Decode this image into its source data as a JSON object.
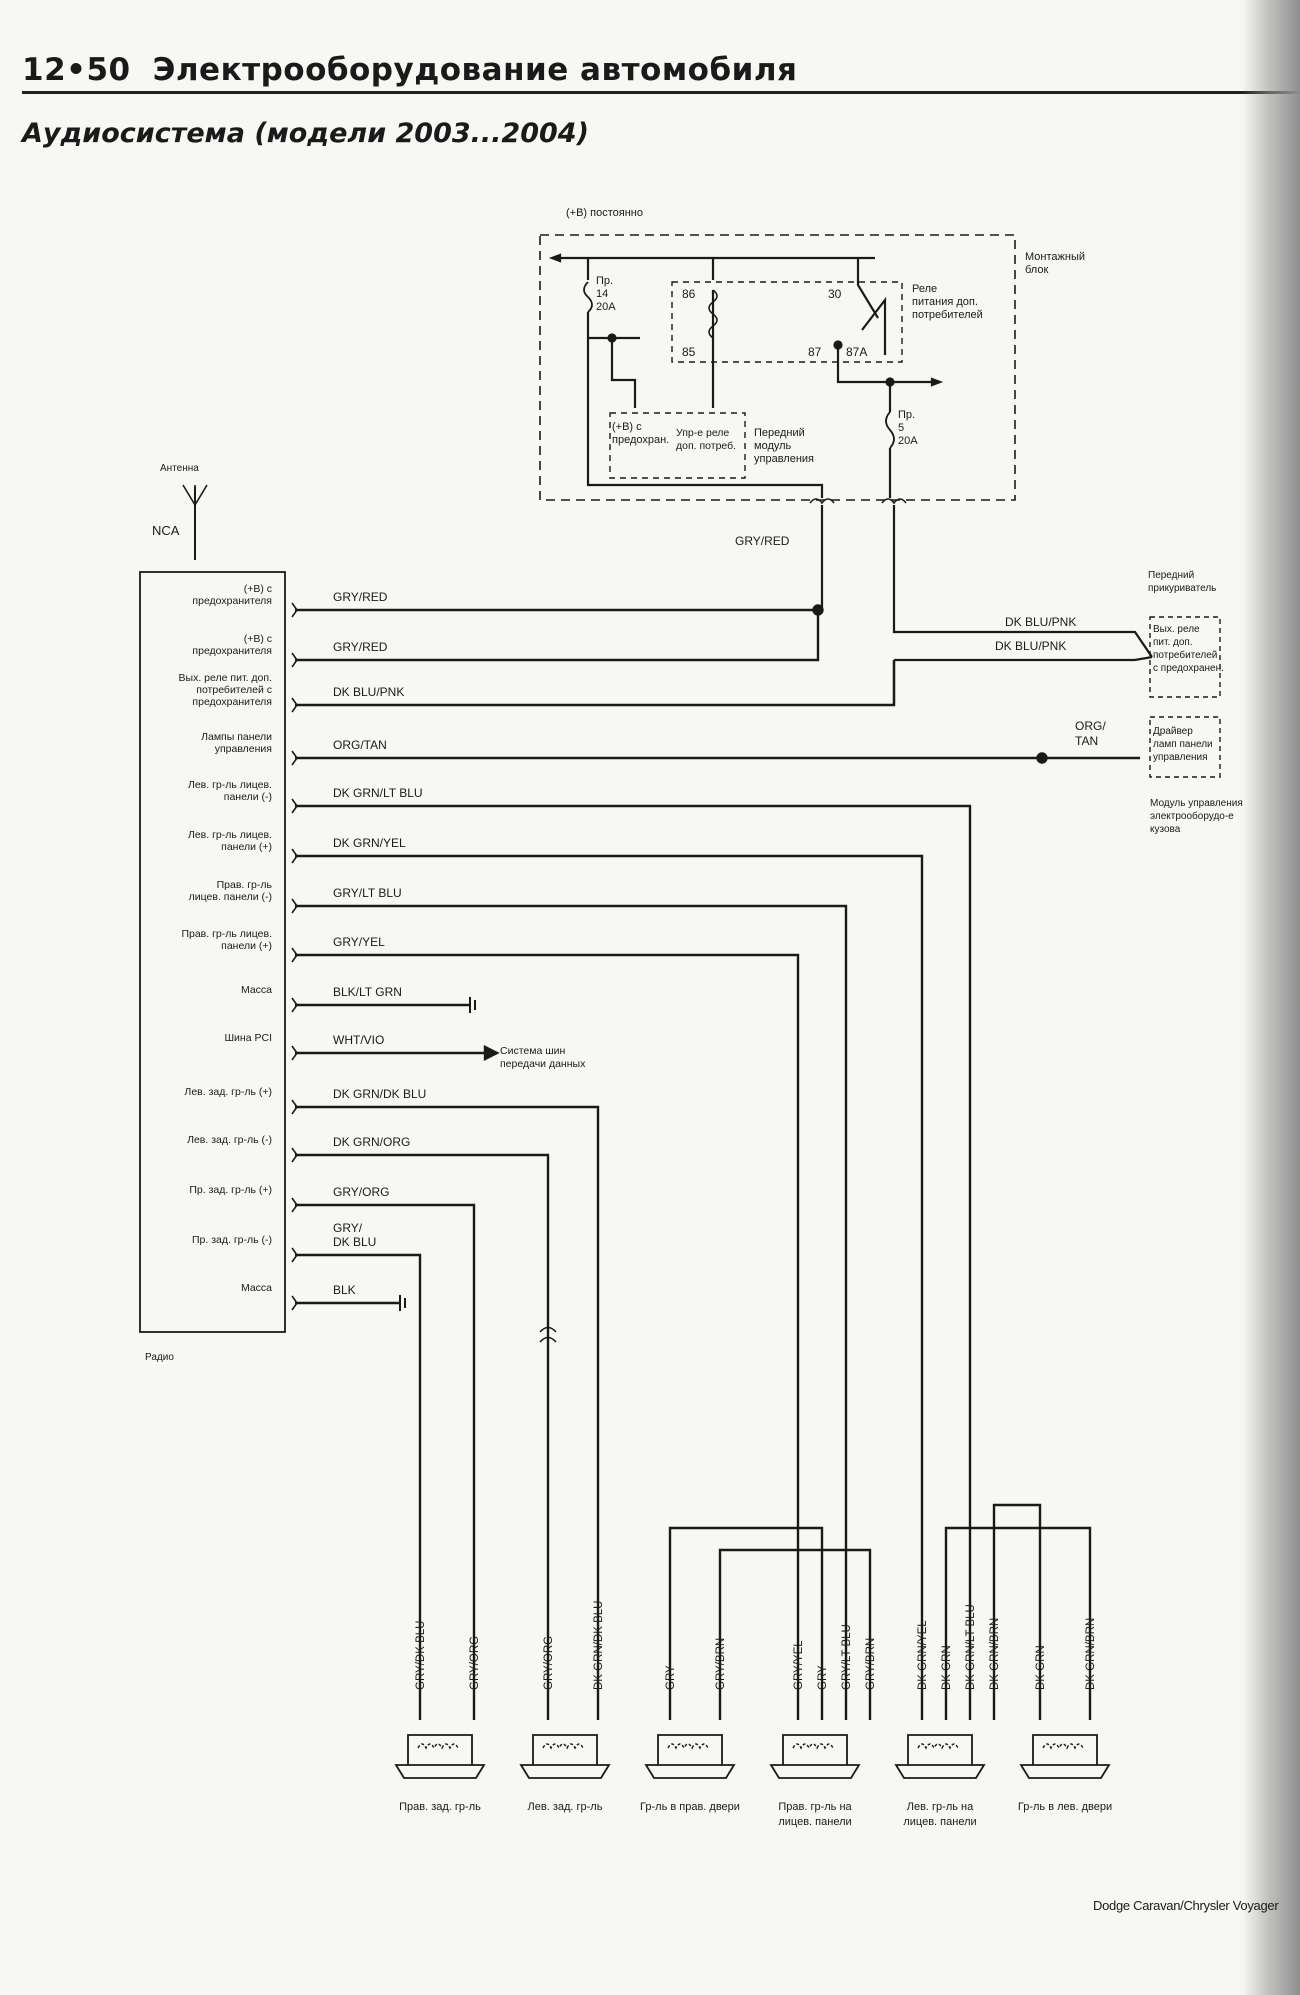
{
  "header": {
    "page_number": "12•50",
    "chapter_title": "Электрооборудование автомобиля"
  },
  "section_title": "Аудиосистема (модели 2003...2004)",
  "fuse_block": {
    "power_label": "(+В) постоянно",
    "label": [
      "Монтажный",
      "блок"
    ],
    "relay_label": [
      "Реле",
      "питания доп.",
      "потребителей"
    ],
    "fuse_14": [
      "Пр.",
      "14",
      "20A"
    ],
    "fuse_5": [
      "Пр.",
      "5",
      "20A"
    ],
    "relay_pins": [
      "86",
      "30",
      "85",
      "87",
      "87A"
    ],
    "to_fused_b": [
      "(+В) с",
      "предохран."
    ],
    "to_relay_ctrl": [
      "Упр-е реле",
      "доп. потреб."
    ],
    "front_control_module": [
      "Передний",
      "модуль",
      "управления"
    ]
  },
  "antenna": {
    "label": "Антенна",
    "code": "NCA"
  },
  "radio": {
    "caption": "Радио",
    "pins": [
      {
        "label": [
          "(+В) с",
          "предохранителя"
        ],
        "wire": "GRY/RED"
      },
      {
        "label": [
          "(+В) с",
          "предохранителя"
        ],
        "wire": "GRY/RED"
      },
      {
        "label": [
          "Вых. реле пит. доп.",
          "потребителей с",
          "предохранителя"
        ],
        "wire": "DK BLU/PNK"
      },
      {
        "label": [
          "Лампы панели",
          "управления"
        ],
        "wire": "ORG/TAN"
      },
      {
        "label": [
          "Лев. гр-ль лицев.",
          "панели (-)"
        ],
        "wire": "DK GRN/LT BLU"
      },
      {
        "label": [
          "Лев. гр-ль лицев.",
          "панели (+)"
        ],
        "wire": "DK GRN/YEL"
      },
      {
        "label": [
          "Прав. гр-ль",
          "лицев. панели (-)"
        ],
        "wire": "GRY/LT BLU"
      },
      {
        "label": [
          "Прав. гр-ль лицев.",
          "панели (+)"
        ],
        "wire": "GRY/YEL"
      },
      {
        "label": [
          "Масса"
        ],
        "wire": "BLK/LT GRN"
      },
      {
        "label": [
          "Шина PCI"
        ],
        "wire": "WHT/VIO"
      },
      {
        "label": [
          "Лев. зад. гр-ль (+)"
        ],
        "wire": "DK GRN/DK BLU"
      },
      {
        "label": [
          "Лев. зад. гр-ль (-)"
        ],
        "wire": "DK GRN/ORG"
      },
      {
        "label": [
          "Пр. зад. гр-ль (+)"
        ],
        "wire": "GRY/ORG"
      },
      {
        "label": [
          "Пр. зад. гр-ль (-)"
        ],
        "wire": "GRY/ DK BLU"
      },
      {
        "label": [
          "Масса"
        ],
        "wire": "BLK"
      }
    ]
  },
  "trunk_wire": "GRY/RED",
  "pci_target": [
    "Система шин",
    "передачи данных"
  ],
  "front_lighter": {
    "title": [
      "Передний",
      "прикуриватель"
    ],
    "box": [
      "Вых. реле",
      "пит. доп.",
      "потребителей",
      "с предохранен."
    ],
    "wire_upper": "DK BLU/PNK",
    "wire_lower": "DK BLU/PNK"
  },
  "lamp_driver": {
    "box": [
      "Драйвер",
      "ламп панели",
      "управления"
    ],
    "wire": [
      "ORG/",
      "TAN"
    ],
    "module": [
      "Модуль управления",
      "электрооборудо-е",
      "кузова"
    ]
  },
  "speakers": [
    {
      "label": [
        "Прав. зад. гр-ль"
      ],
      "wires": [
        "GRY/DK BLU",
        "GRY/ORG"
      ]
    },
    {
      "label": [
        "Лев. зад. гр-ль"
      ],
      "wires": [
        "GRY/ORG",
        "DK GRN/DK BLU"
      ]
    },
    {
      "label": [
        "Гр-ль в прав. двери"
      ],
      "wires": [
        "GRY",
        "GRY/BRN"
      ]
    },
    {
      "label": [
        "Прав. гр-ль на",
        "лицев. панели"
      ],
      "wires": [
        "GRY/YEL",
        "GRY",
        "GRY/LT BLU",
        "GRY/BRN"
      ]
    },
    {
      "label": [
        "Лев. гр-ль на",
        "лицев. панели"
      ],
      "wires": [
        "DK GRN/YEL",
        "DK GRN",
        "DK GRN/LT BLU",
        "DK GRN/BRN"
      ]
    },
    {
      "label": [
        "Гр-ль в лев. двери"
      ],
      "wires": [
        "DK GRN",
        "DK GRN/BRN"
      ]
    }
  ],
  "footer": "Dodge Caravan/Chrysler Voyager"
}
